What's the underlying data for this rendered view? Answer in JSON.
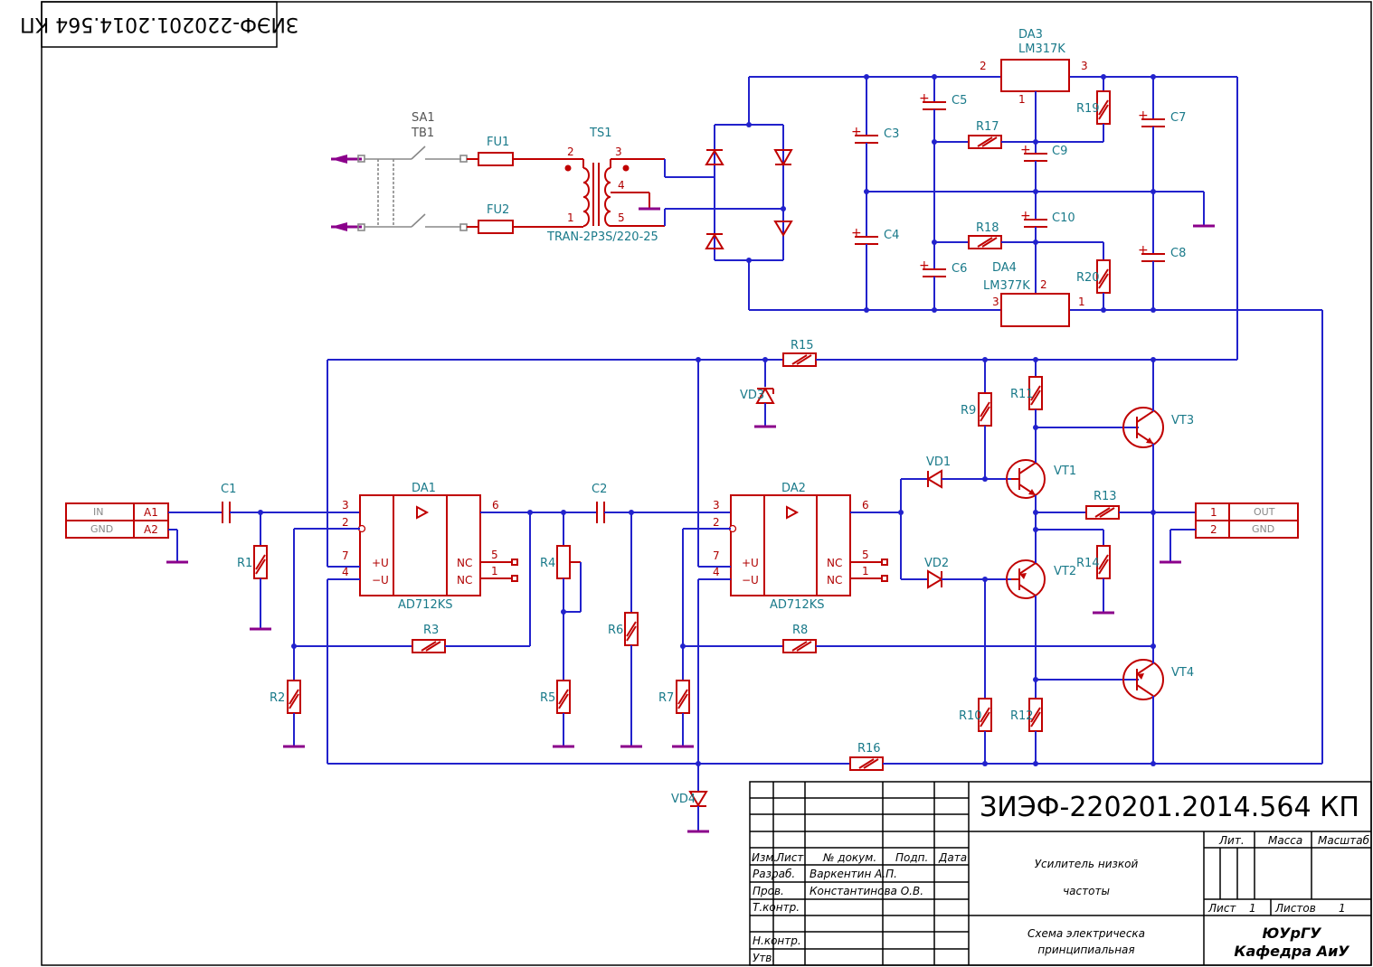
{
  "document": {
    "code": "ЗИЭФ-220201.2014.564 КП",
    "code_mirrored": "ЗИЭФ-220201.2014.564 КП"
  },
  "title_block": {
    "name_line1": "Усилитель низкой",
    "name_line2": "частоты",
    "doc_type_line1": "Схема электрическа",
    "doc_type_line2": "принципиальная",
    "org_line1": "ЮУрГУ",
    "org_line2": "Кафедра АиУ",
    "col_izm": "Изм.",
    "col_list": "Лист",
    "col_doc": "№ докум.",
    "col_sign": "Подп.",
    "col_date": "Дата",
    "row_razrab": "Разраб.",
    "row_prov": "Пров.",
    "row_tkontr": "Т.контр.",
    "row_nkontr": "Н.контр.",
    "row_utv": "Утв.",
    "developer": "Варкентин А.П.",
    "checker": "Константинова О.В.",
    "lit_label": "Лит.",
    "mass_label": "Масса",
    "scale_label": "Масштаб",
    "sheet_label": "Лист",
    "sheet_value": "1",
    "sheets_label": "Листов",
    "sheets_value": "1"
  },
  "connectors": {
    "in_label": "IN",
    "in_gnd": "GND",
    "in_pin1": "A1",
    "in_pin2": "A2",
    "out_label": "OUT",
    "out_gnd": "GND",
    "out_pin1": "1",
    "out_pin2": "2"
  },
  "components": {
    "SA1": "SA1",
    "TB1": "TB1",
    "FU1": "FU1",
    "FU2": "FU2",
    "TS1": "TS1",
    "TS1_part": "TRAN-2P3S/220-25",
    "DA1": "DA1",
    "DA1_part": "AD712KS",
    "DA2": "DA2",
    "DA2_part": "AD712KS",
    "DA3": "DA3",
    "DA3_part": "LM317K",
    "DA4": "DA4",
    "DA4_part": "LM377K",
    "C1": "C1",
    "C2": "C2",
    "C3": "C3",
    "C4": "C4",
    "C5": "C5",
    "C6": "C6",
    "C7": "C7",
    "C8": "C8",
    "C9": "C9",
    "C10": "C10",
    "R1": "R1",
    "R2": "R2",
    "R3": "R3",
    "R4": "R4",
    "R5": "R5",
    "R6": "R6",
    "R7": "R7",
    "R8": "R8",
    "R9": "R9",
    "R10": "R10",
    "R11": "R11",
    "R12": "R12",
    "R13": "R13",
    "R14": "R14",
    "R15": "R15",
    "R16": "R16",
    "R17": "R17",
    "R18": "R18",
    "R19": "R19",
    "R20": "R20",
    "VD1": "VD1",
    "VD2": "VD2",
    "VD3": "VD3",
    "VD4": "VD4",
    "VT1": "VT1",
    "VT2": "VT2",
    "VT3": "VT3",
    "VT4": "VT4"
  },
  "opamp_pins": {
    "p3": "3",
    "p2": "2",
    "p7": "7",
    "p4": "4",
    "p6": "6",
    "p5": "5",
    "p1": "1",
    "plus_u": "+U",
    "minus_u": "−U",
    "nc": "NC"
  },
  "transformer_pins": {
    "p1": "1",
    "p2": "2",
    "p3": "3",
    "p4": "4",
    "p5": "5"
  },
  "regulator_pins": {
    "p1": "1",
    "p2": "2",
    "p3": "3"
  },
  "colors": {
    "wire": "#2222cc",
    "component": "#c00000",
    "label": "#1a7a8a",
    "ground": "#8b008b",
    "frame": "#000000"
  }
}
